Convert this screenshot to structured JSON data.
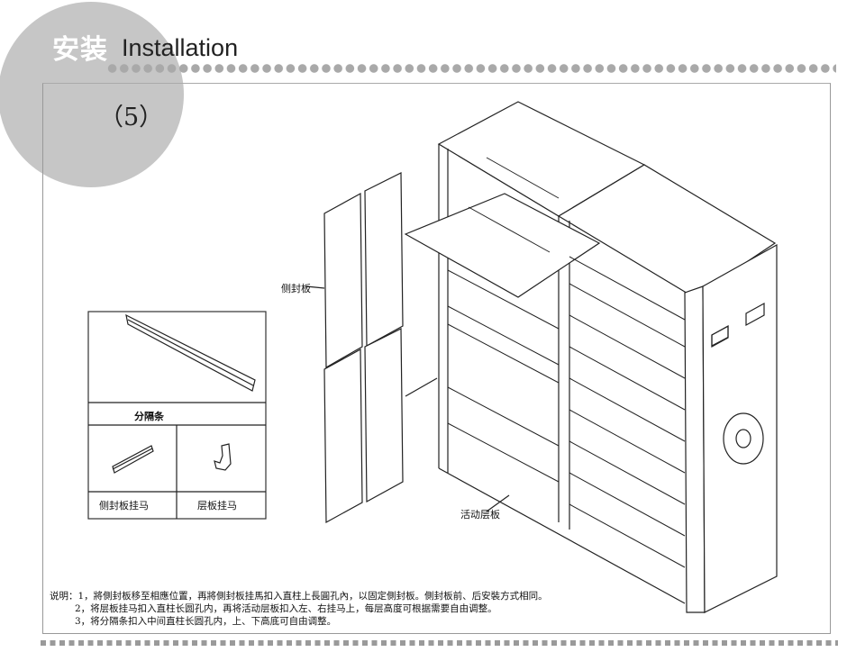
{
  "header": {
    "title_cn": "安装",
    "title_en": "Installation",
    "step": "（5）"
  },
  "parts_table": {
    "divider_label": "分隔条",
    "side_hook_label": "侧封板挂马",
    "shelf_hook_label": "层板挂马"
  },
  "callouts": {
    "side_panel": "侧封板",
    "movable_shelf": "活动层板"
  },
  "notes": {
    "prefix": "说明：",
    "items": [
      "1，將側封板移至相應位置，再將側封板挂馬扣入直柱上長圓孔內，以固定側封板。側封板前、后安裝方式相同。",
      "2，将层板挂马扣入直柱长圆孔内，再将活动层板扣入左、右挂马上，每层高度可根据需要自由调整。",
      "3，将分隔条扣入中间直柱长圆孔内，上、下高底可自由调整。"
    ]
  }
}
